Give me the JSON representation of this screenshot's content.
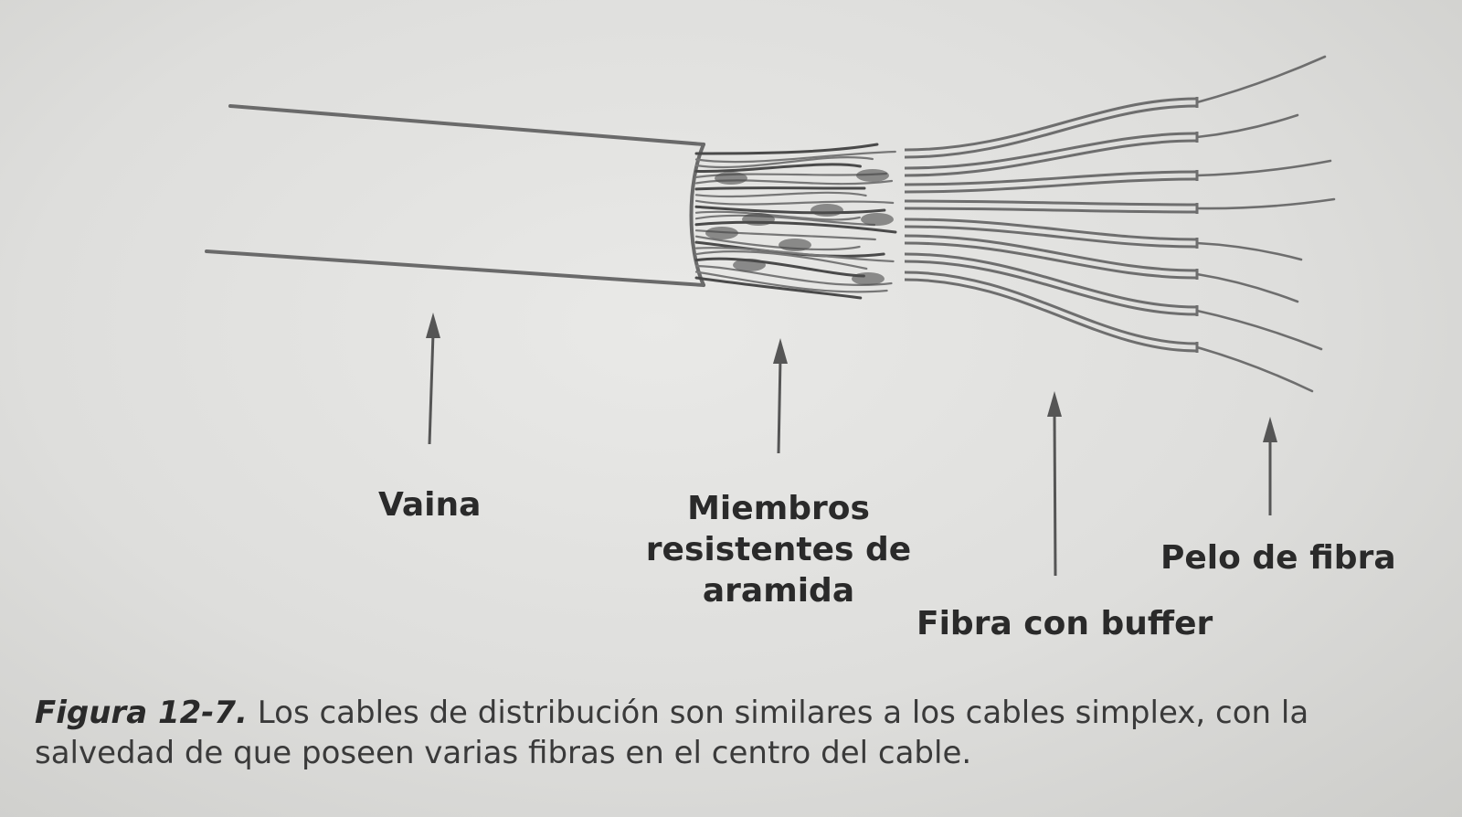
{
  "labels": {
    "vaina": "Vaina",
    "miembros": "Miembros resistentes de aramida",
    "fibra_buffer": "Fibra con buffer",
    "pelo_fibra": "Pelo de fibra"
  },
  "caption": {
    "figure": "Figura 12-7.",
    "text": "Los cables de distribución son similares a los cables simplex, con la salvedad de que poseen varias fibras en el centro del cable."
  },
  "colors": {
    "ink": "#555555",
    "text": "#2a2a2a"
  }
}
